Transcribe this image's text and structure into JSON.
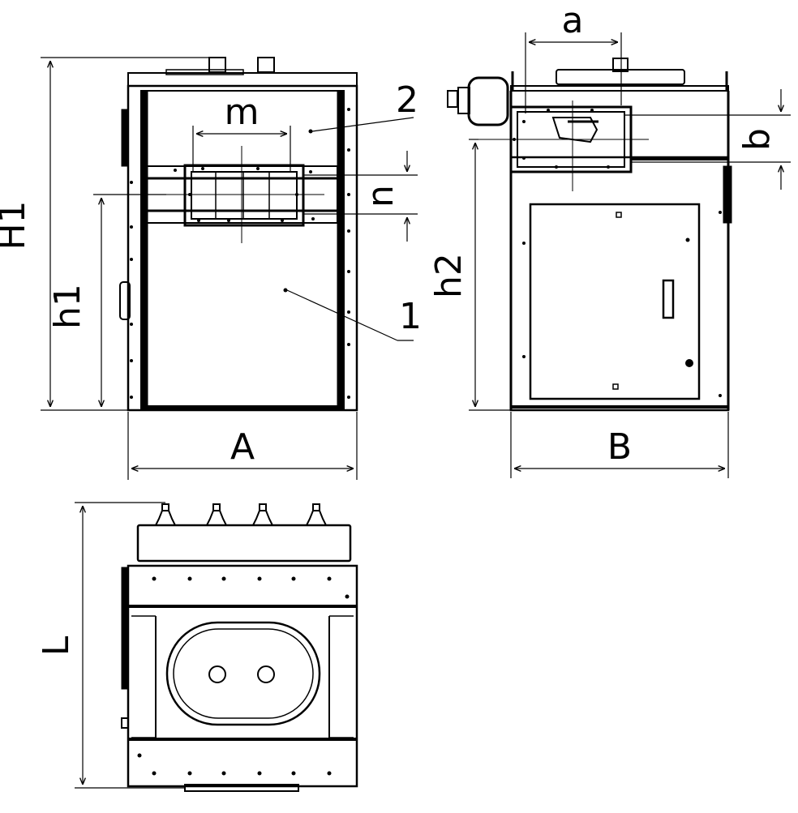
{
  "colors": {
    "ink": "#000000",
    "paper": "#ffffff"
  },
  "front_view": {
    "labels": {
      "width": "A",
      "height_total": "H1",
      "height_opening": "h1",
      "opening_width": "m",
      "opening_height": "n"
    },
    "callouts": {
      "body": "1",
      "terminal_box": "2"
    }
  },
  "side_view": {
    "labels": {
      "width": "B",
      "height_opening": "h2",
      "offset": "a",
      "opening_height": "b"
    }
  },
  "top_view": {
    "labels": {
      "length": "L"
    }
  }
}
